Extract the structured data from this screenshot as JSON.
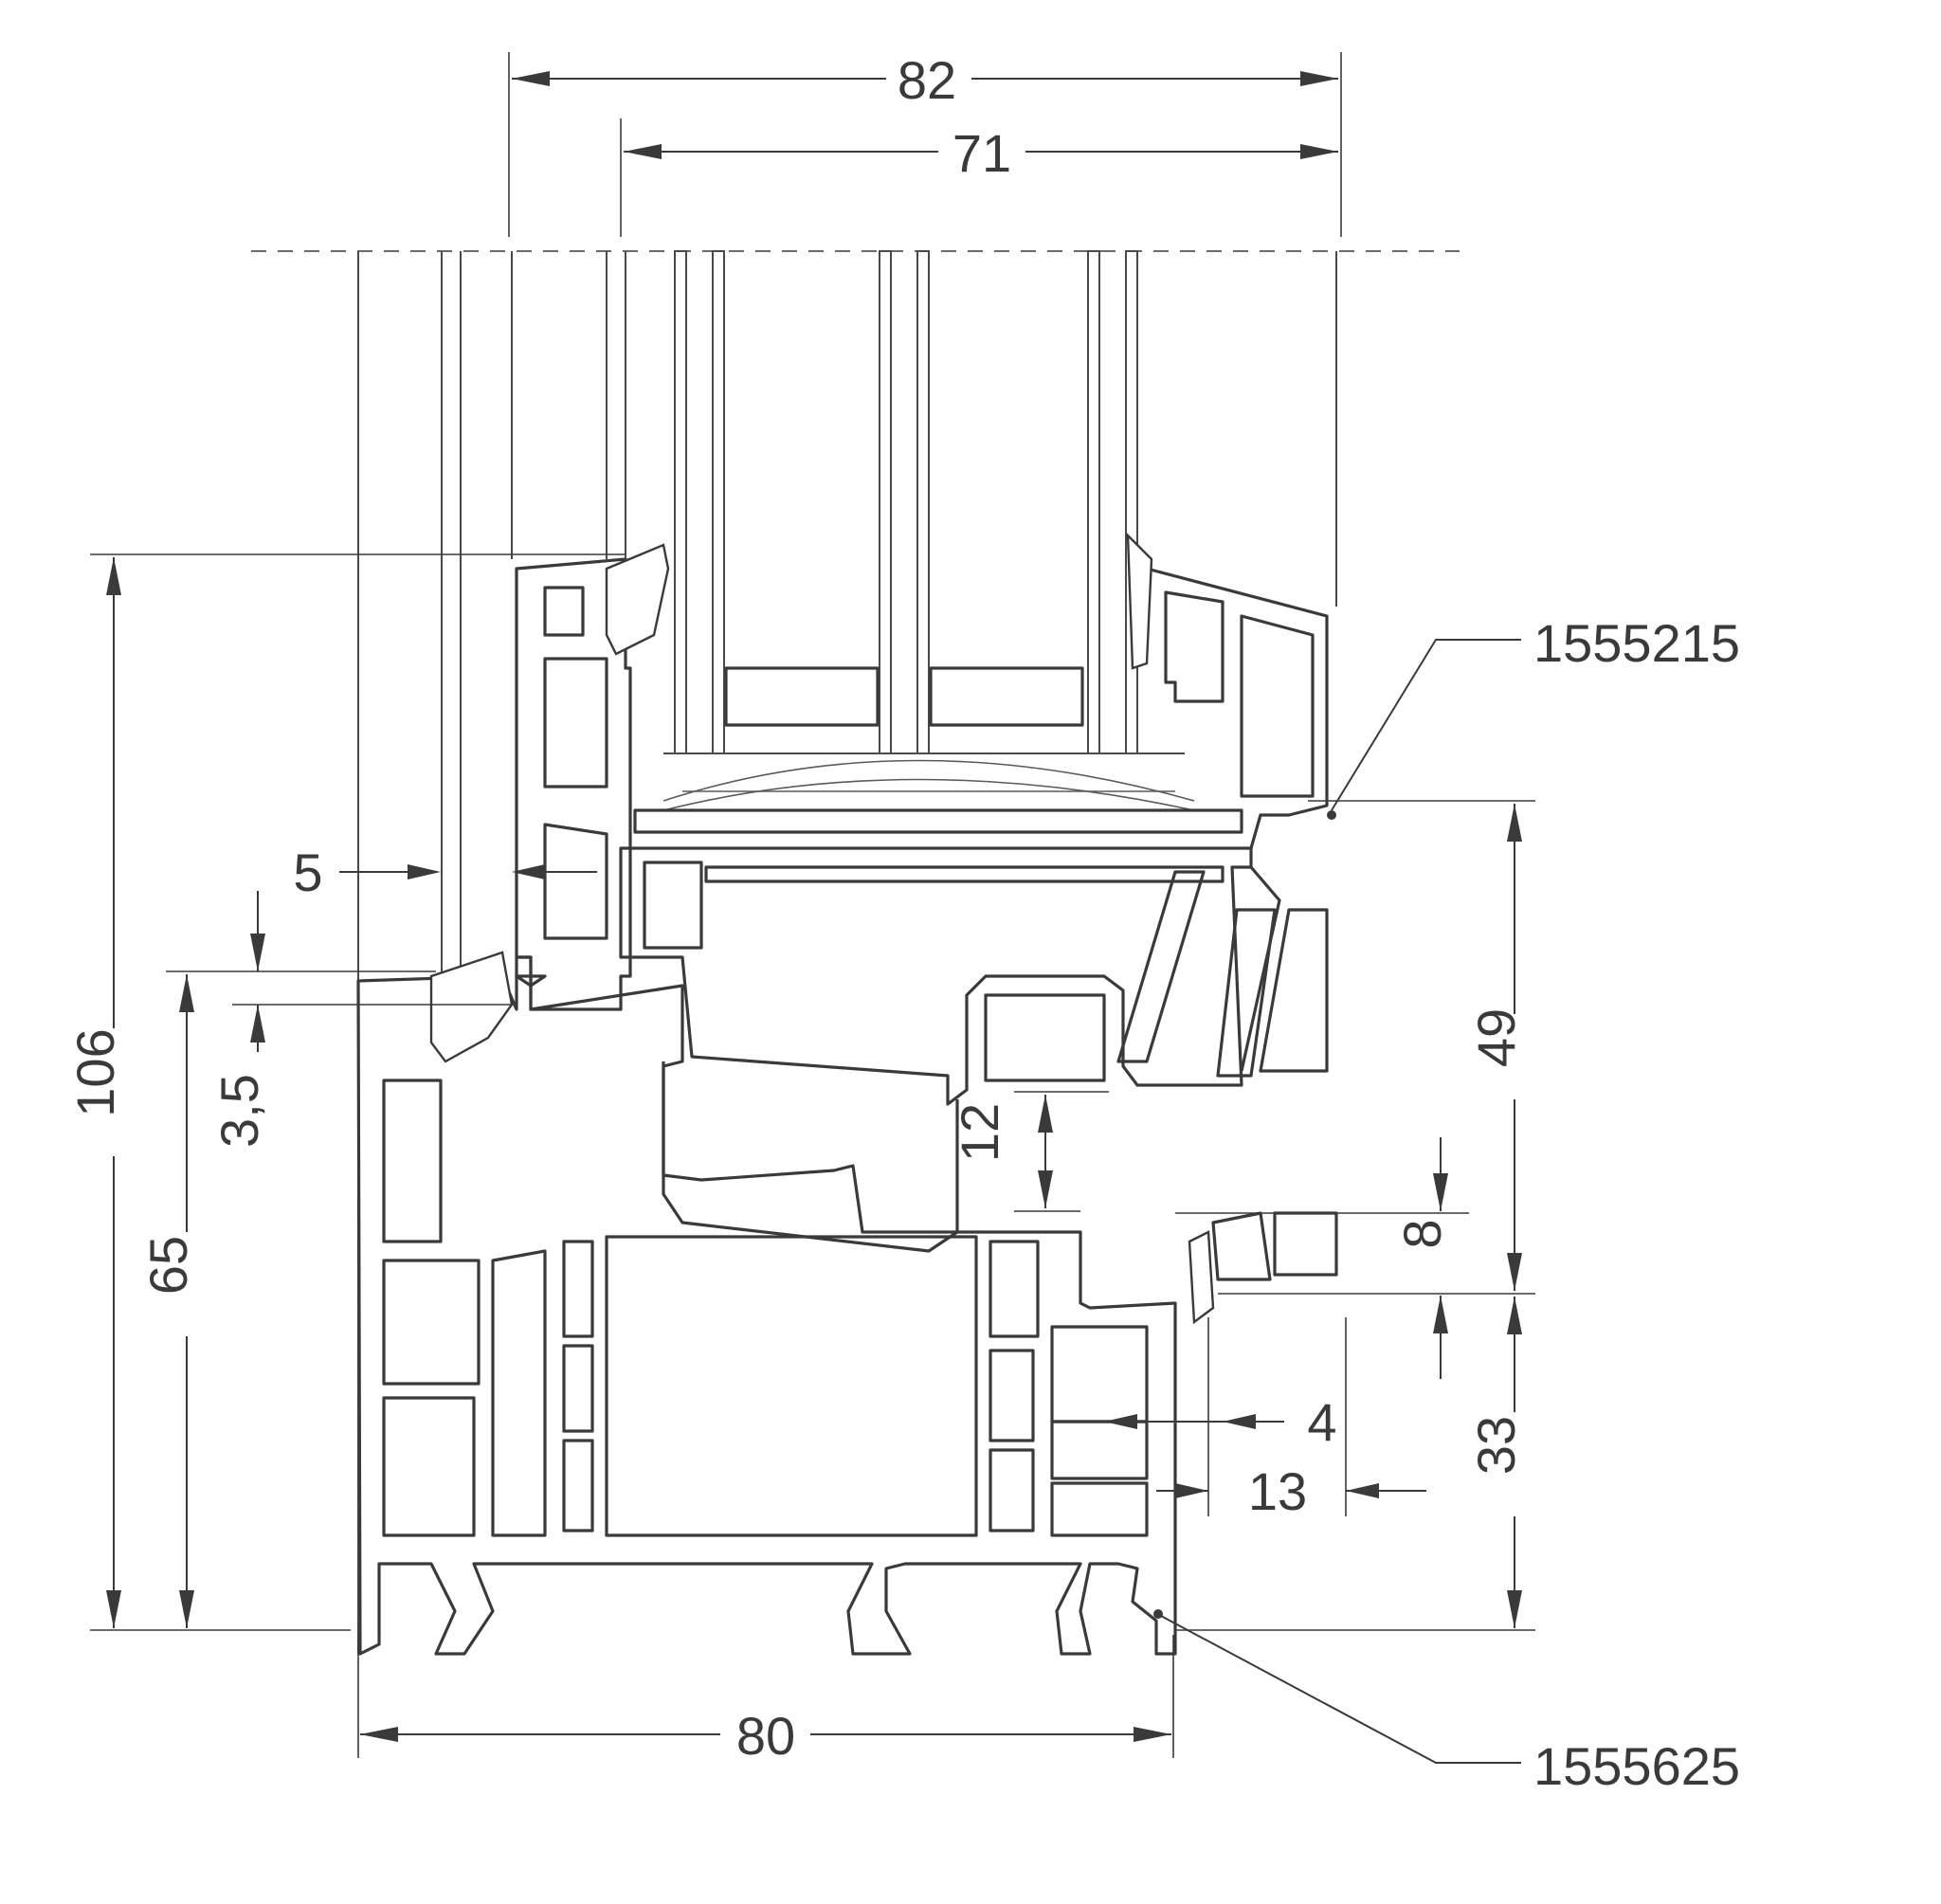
{
  "dimensions": {
    "sash_depth": "82",
    "glass_depth": "71",
    "total_height": "106",
    "frame_height": "65",
    "overlap": "3,5",
    "offset": "5",
    "glass_rebate": "49",
    "rebate_gap": "12",
    "seal_gap": "8",
    "frame_visible": "33",
    "gap_small": "4",
    "frame_step": "13",
    "frame_depth": "80"
  },
  "parts": {
    "sash_profile": "1555215",
    "frame_profile": "1555625"
  }
}
